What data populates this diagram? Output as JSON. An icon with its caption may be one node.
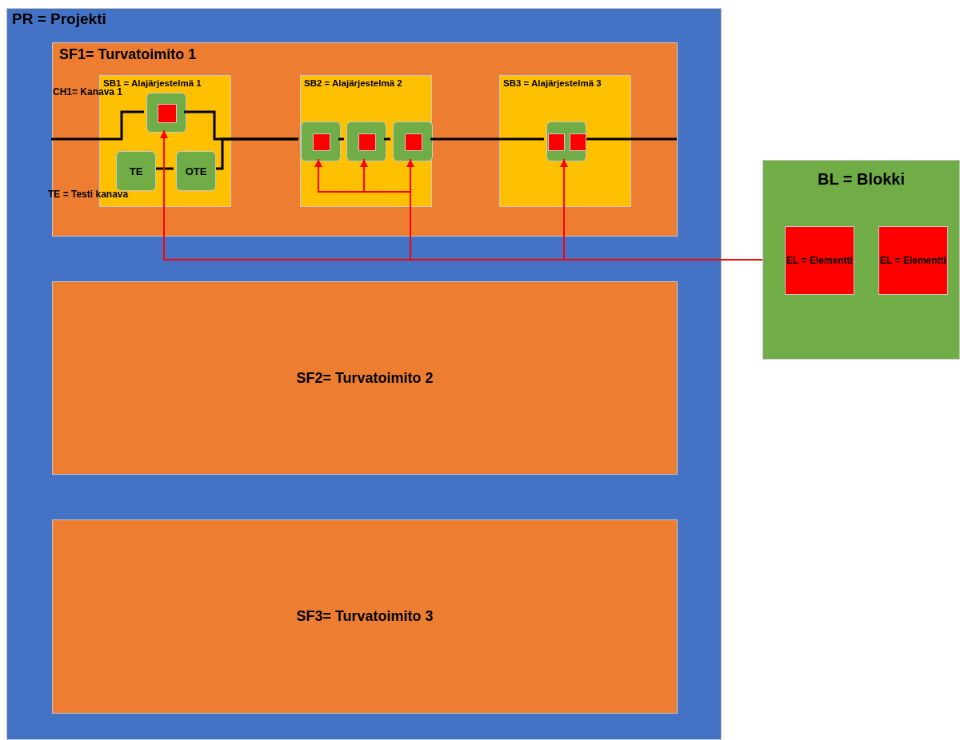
{
  "diagram": {
    "nodes": [
      {
        "text": [
          "PR = Projekti"
        ]
      },
      {
        "text": [
          "SF1= Turvatoimito 1"
        ],
        "in": 0
      },
      {
        "text": [
          "SB1 = Alajärjestelmä 1"
        ],
        "in": 1
      },
      {
        "text": [],
        "shape": "box",
        "in": 2
      },
      {
        "text": [],
        "shape": "box",
        "in": 3
      },
      {
        "text": [
          "TE"
        ],
        "in": 2
      },
      {
        "text": [
          "OTE"
        ],
        "in": 2
      },
      {
        "text": [
          "SB2 = Alajärjestelmä 2"
        ],
        "in": 1
      },
      {
        "text": [],
        "shape": "box",
        "in": 7
      },
      {
        "text": [],
        "shape": "box",
        "in": 8
      },
      {
        "text": [],
        "shape": "box",
        "in": 7
      },
      {
        "text": [],
        "shape": "box",
        "in": 10
      },
      {
        "text": [],
        "shape": "box",
        "in": 7
      },
      {
        "text": [],
        "shape": "box",
        "in": 12
      },
      {
        "text": [
          "SB3 = Alajärjestelmä 3"
        ],
        "in": 1
      },
      {
        "text": [],
        "shape": "box",
        "in": 14
      },
      {
        "text": [],
        "shape": "box",
        "in": 15
      },
      {
        "text": [],
        "shape": "box",
        "in": 15
      },
      {
        "text": [
          "SF2= Turvatoimito 2"
        ],
        "in": 0
      },
      {
        "text": [
          "SF3= Turvatoimito 3"
        ],
        "in": 0
      },
      {
        "text": [
          "BL = Blokki"
        ]
      },
      {
        "text": [
          "EL = Elementti"
        ],
        "in": 20
      },
      {
        "text": [
          "EL = Elementti"
        ],
        "in": 20
      }
    ],
    "edges": [
      {
        "from": null,
        "to": 3,
        "arrow": "none"
      },
      {
        "from": 3,
        "to": 8,
        "arrow": "none"
      },
      {
        "from": 5,
        "to": 6,
        "arrow": "none"
      },
      {
        "from": 6,
        "to": 8,
        "arrow": "none"
      },
      {
        "from": 8,
        "to": 10,
        "arrow": "none"
      },
      {
        "from": 10,
        "to": 12,
        "arrow": "none"
      },
      {
        "from": 12,
        "to": 15,
        "arrow": "none"
      },
      {
        "from": 15,
        "to": null,
        "arrow": "none"
      },
      {
        "from": 20,
        "to": 3,
        "arrow": "to",
        "color": "#ff0000"
      },
      {
        "from": 20,
        "to": 8,
        "arrow": "to",
        "color": "#ff0000"
      },
      {
        "from": 20,
        "to": 10,
        "arrow": "to",
        "color": "#ff0000"
      },
      {
        "from": 20,
        "to": 12,
        "arrow": "to",
        "color": "#ff0000"
      },
      {
        "from": 20,
        "to": 15,
        "arrow": "to",
        "color": "#ff0000"
      }
    ],
    "labels": [
      "CH1= Kanava 1",
      "TE = Testi kanava"
    ]
  }
}
